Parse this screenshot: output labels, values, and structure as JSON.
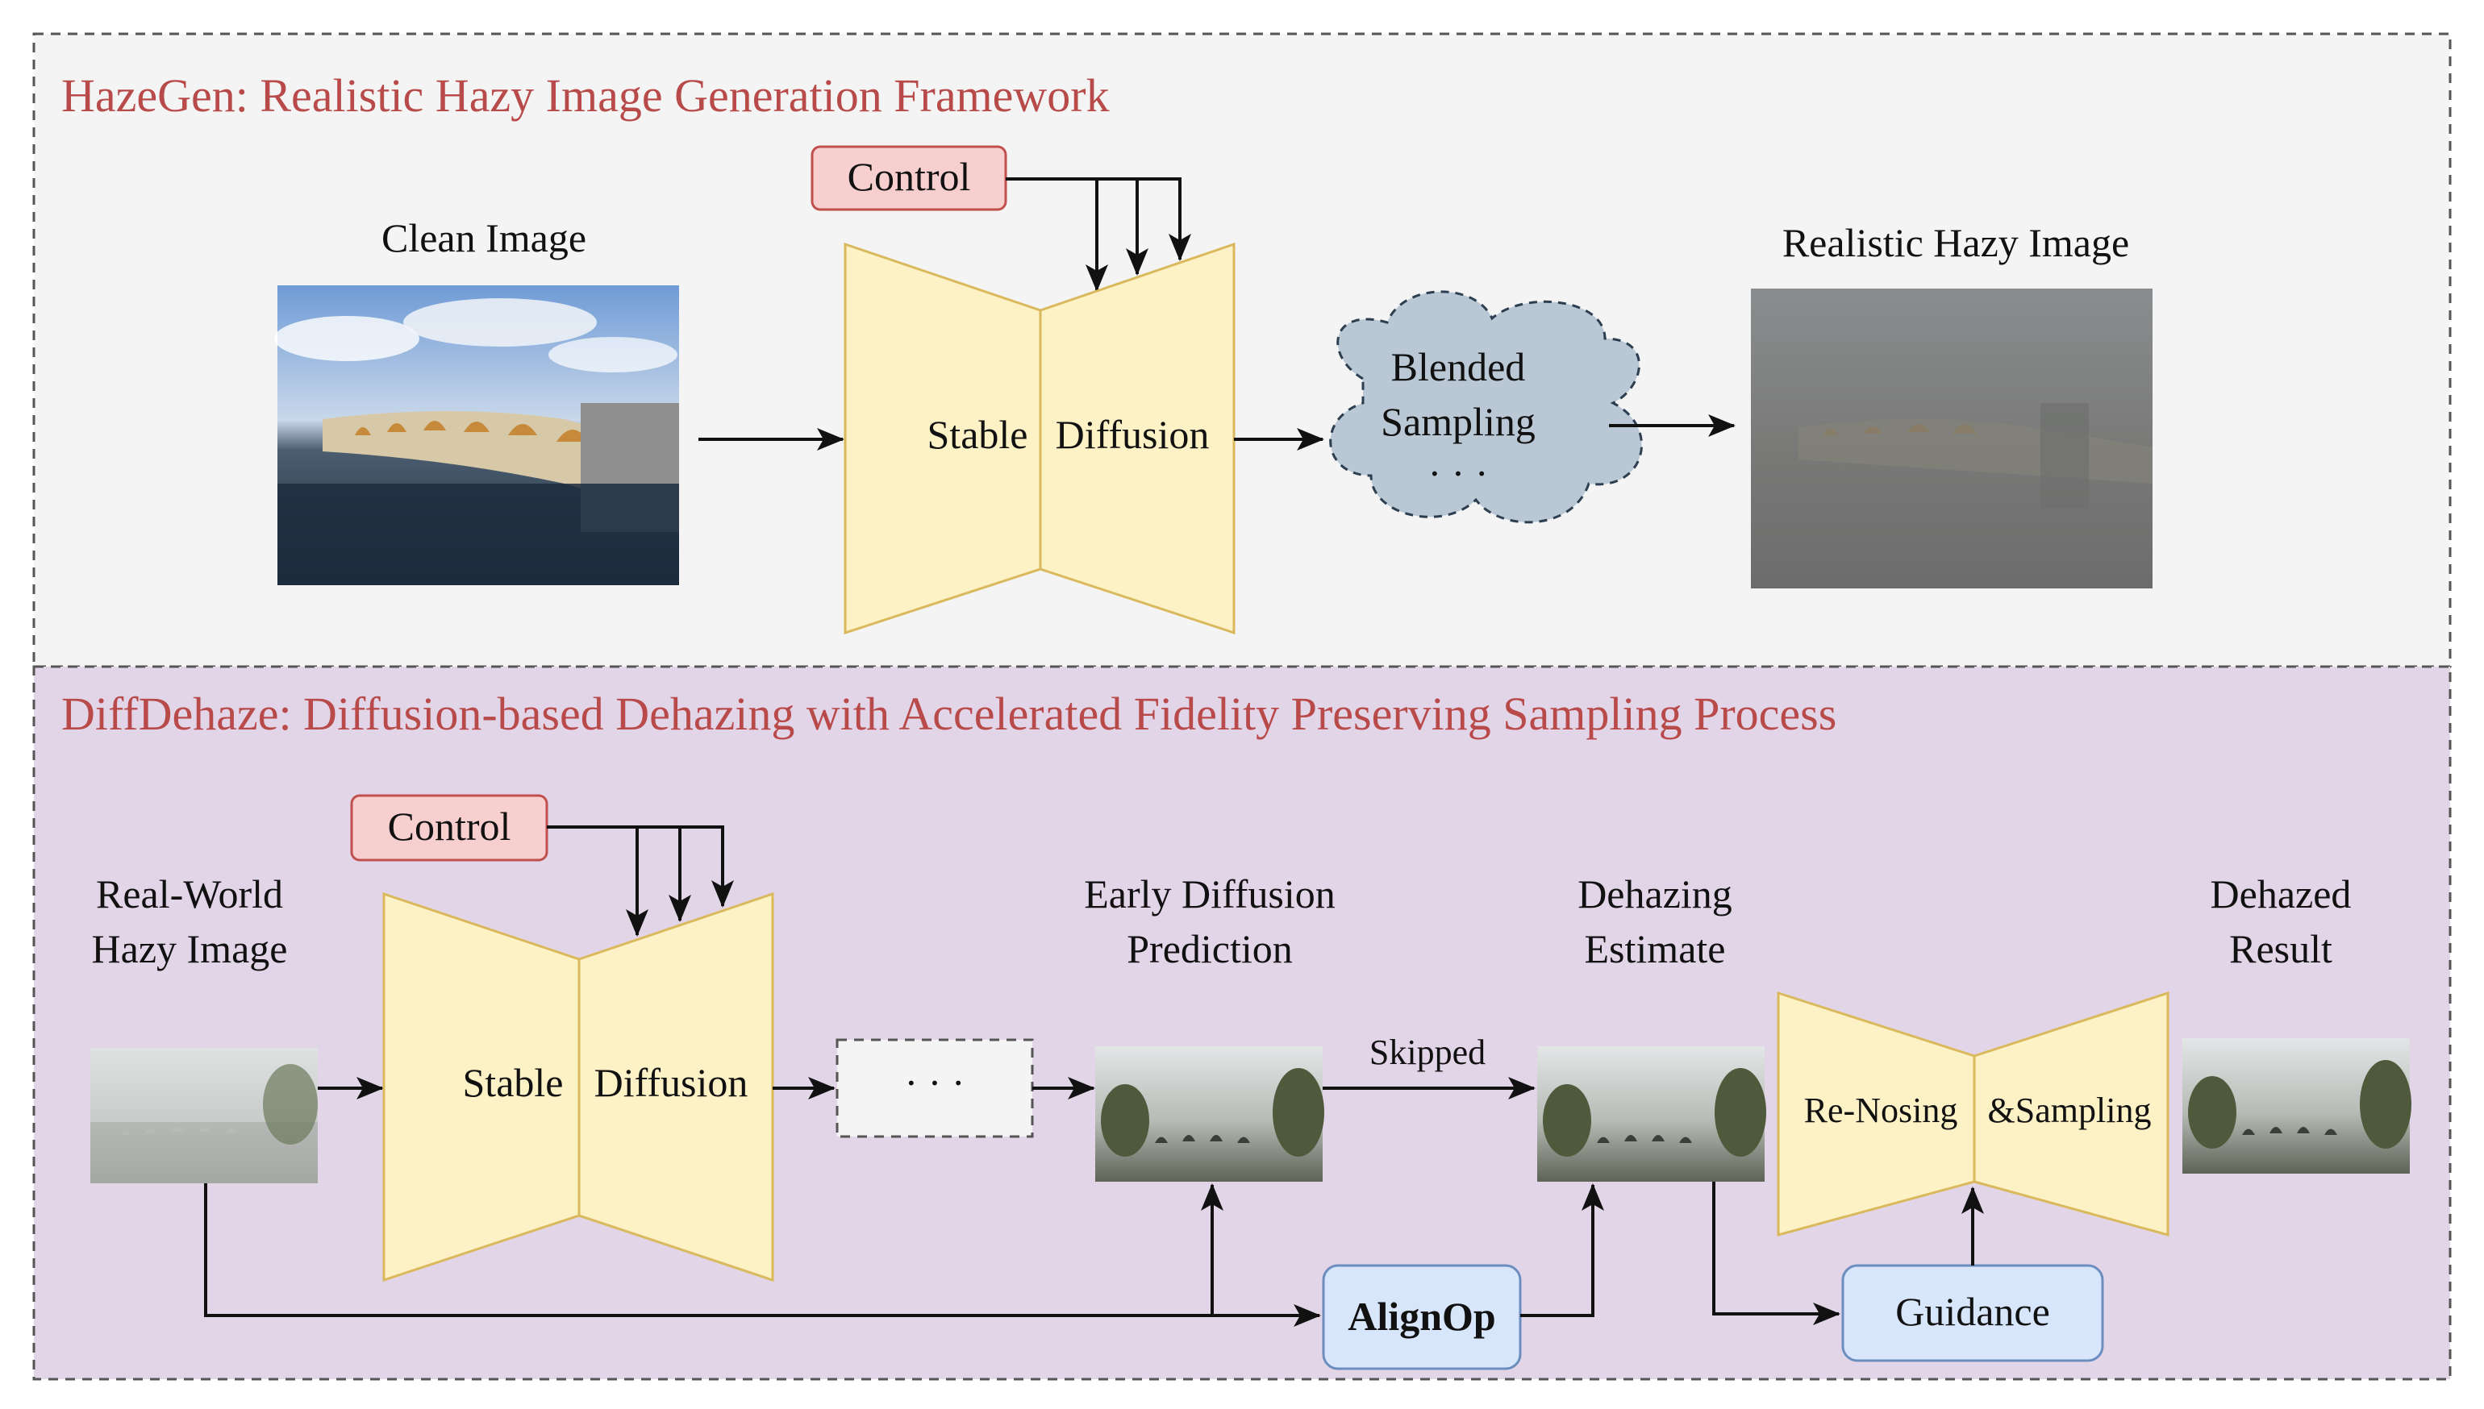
{
  "colors": {
    "top_panel_bg": "#f4f4f4",
    "bottom_panel_bg": "#e3d5e8",
    "title_red": "#b84a4a",
    "model_fill": "#fdf1c6",
    "model_stroke": "#d9b95c",
    "control_fill": "#f7cfcf",
    "control_stroke": "#c0504d",
    "cloud_fill": "#b9c8d4",
    "blue_box_fill": "#d7e6fb",
    "blue_box_stroke": "#6c8ebf"
  },
  "top": {
    "title": "HazeGen: Realistic Hazy Image Generation Framework",
    "control_label": "Control",
    "clean_image_label": "Clean Image",
    "model_left": "Stable",
    "model_right": "Diffusion",
    "cloud_line1": "Blended",
    "cloud_line2": "Sampling",
    "cloud_line3": "· · ·",
    "output_label": "Realistic Hazy Image"
  },
  "bottom": {
    "title": "DiffDehaze: Diffusion-based Dehazing with Accelerated Fidelity Preserving Sampling Process",
    "control_label": "Control",
    "input_label_line1": "Real-World",
    "input_label_line2": "Hazy Image",
    "model_left": "Stable",
    "model_right": "Diffusion",
    "ellipsis": "· · ·",
    "early_line1": "Early Diffusion",
    "early_line2": "Prediction",
    "skipped": "Skipped",
    "estimate_line1": "Dehazing",
    "estimate_line2": "Estimate",
    "renoise_left": "Re-Nosing",
    "renoise_right": "&Sampling",
    "result_line1": "Dehazed",
    "result_line2": "Result",
    "alignop": "AlignOp",
    "guidance": "Guidance"
  }
}
